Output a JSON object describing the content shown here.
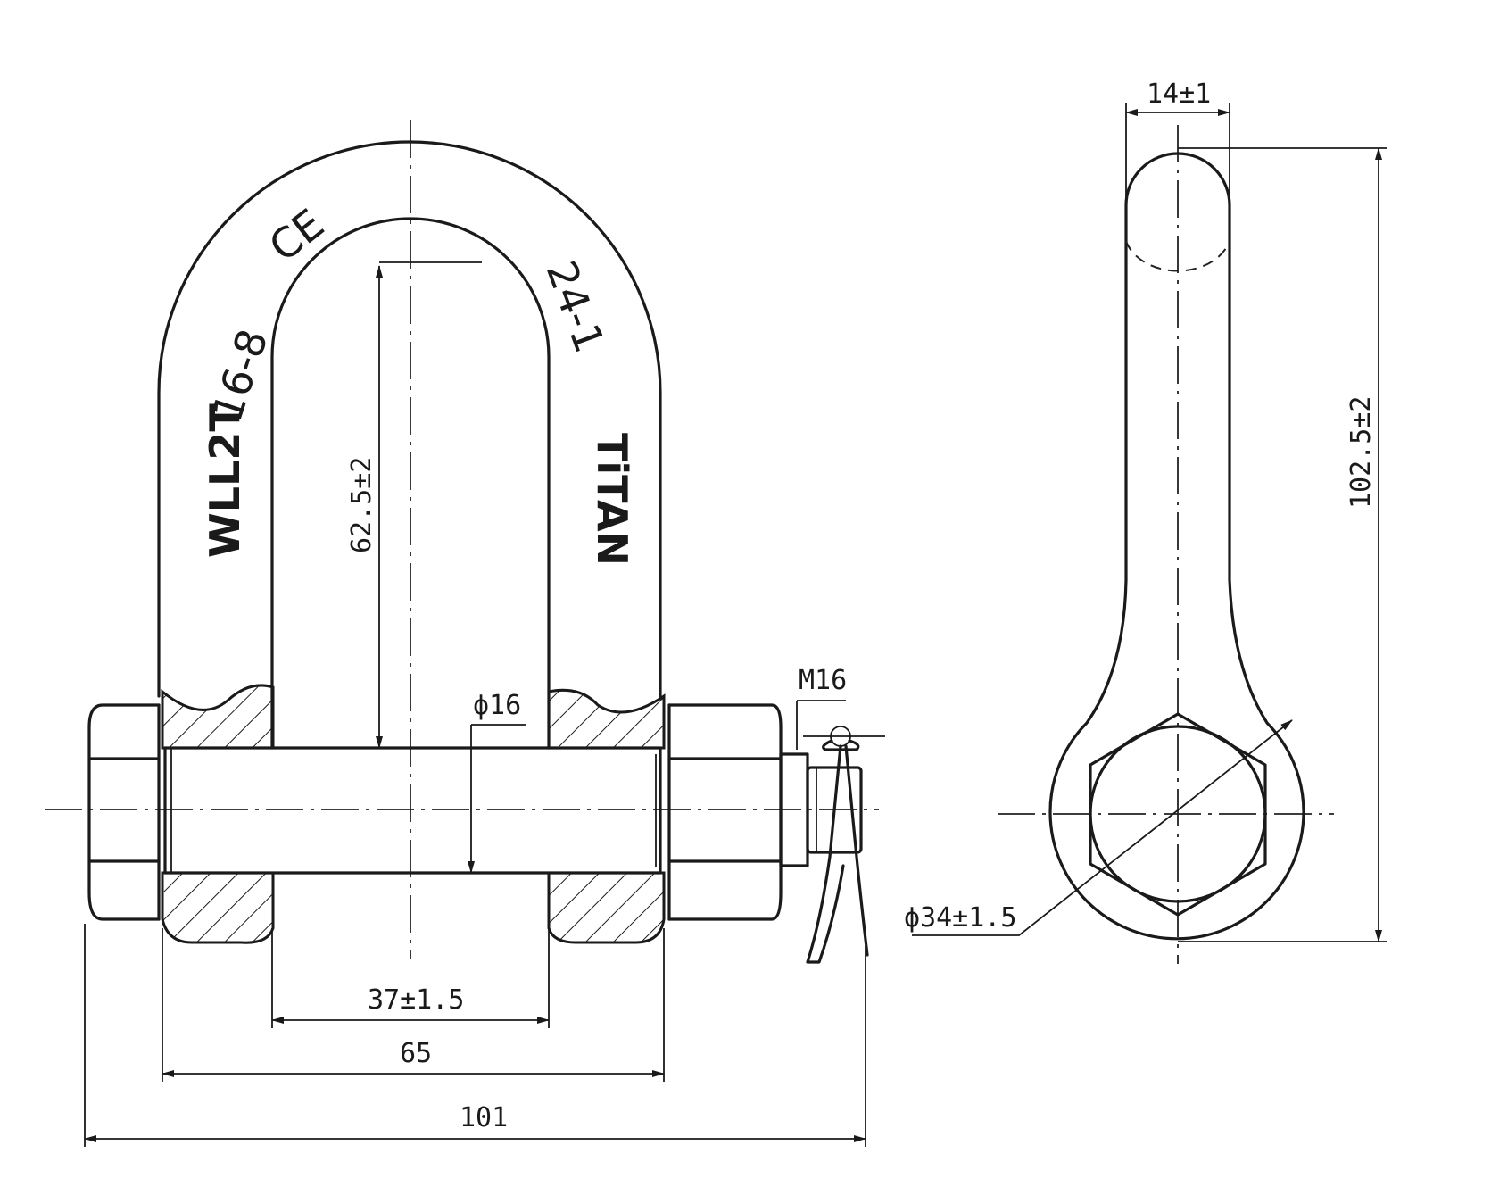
{
  "markings": {
    "wll": "WLL2T",
    "code": "16-8",
    "ce": "CE",
    "batch": "24-1",
    "brand": "TiTAN"
  },
  "dimensions": {
    "inner_height": "62.5±2",
    "pin_diameter": "ϕ16",
    "thread": "M16",
    "inner_width": "37±1.5",
    "outer_width": "65",
    "total_length": "101",
    "bow_thickness": "14±1",
    "total_height": "102.5±2",
    "eye_diameter": "ϕ34±1.5"
  }
}
